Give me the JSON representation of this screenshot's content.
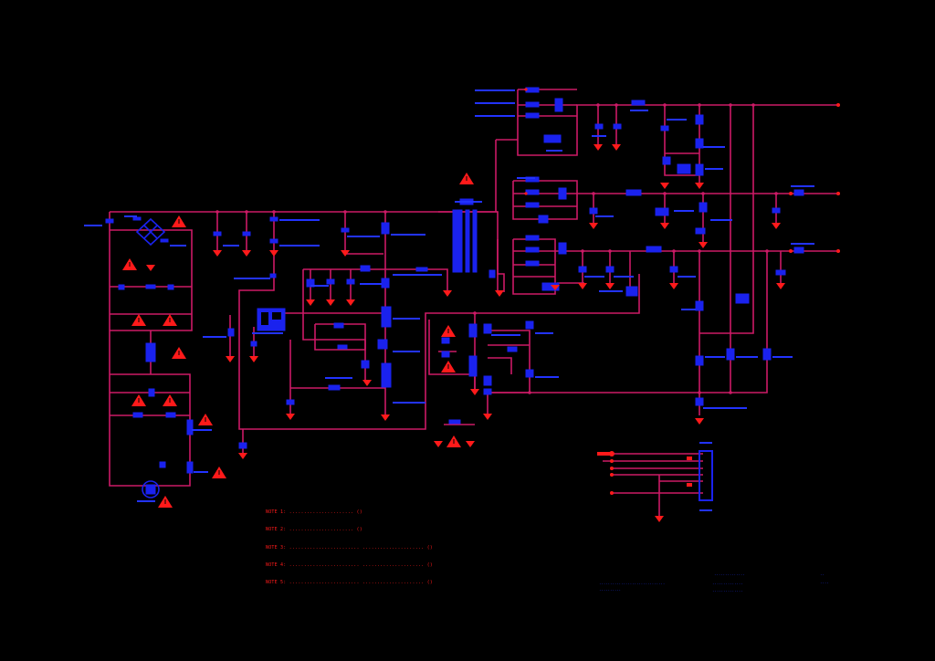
{
  "notes": [
    "NOTE 1: ...................... ()",
    "NOTE 2: ...................... ()",
    "NOTE 3: ........................ ..................... ()",
    "NOTE 4: ........................ ..................... ()",
    "NOTE 5: ........................ ..................... ()"
  ],
  "title_block": {
    "company": "..............................",
    "company_sub": "..........",
    "drawing": "..............",
    "model": "..............",
    "doc": "..............",
    "rev": "..",
    "sheet": "...."
  },
  "colors": {
    "background": "#000000",
    "wire": "#cc1a66",
    "component": "#1a22ee",
    "warning": "#ff1a1a"
  },
  "icons": [
    "warning-triangle-icon",
    "ground-symbol-icon"
  ]
}
